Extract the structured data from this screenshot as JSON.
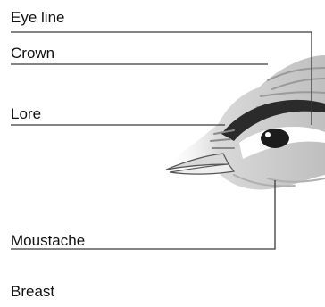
{
  "labels": {
    "eye_line": "Eye line",
    "crown": "Crown",
    "lore": "Lore",
    "moustache": "Moustache",
    "breast": "Breast"
  },
  "colors": {
    "leader_line": "#3a3a3a",
    "eye_stripe": "#2b2b2b",
    "feather_shading": "#8a8a8a"
  }
}
